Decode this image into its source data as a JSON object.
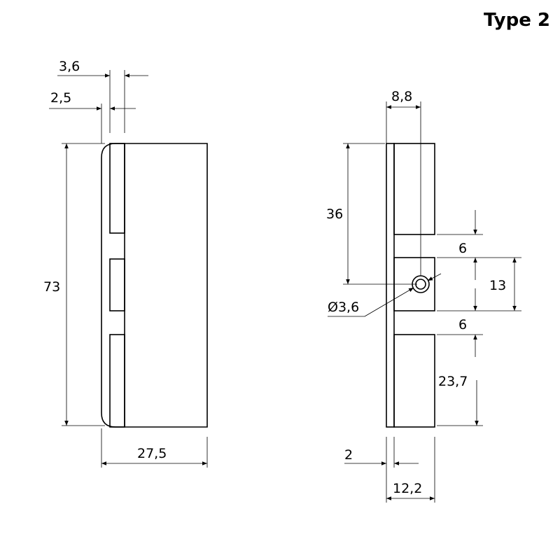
{
  "title": "Type 2",
  "colors": {
    "line": "#000000",
    "background": "#ffffff"
  },
  "left_view": {
    "dims": {
      "d_3_6": "3,6",
      "d_2_5": "2,5",
      "d_73": "73",
      "d_27_5": "27,5"
    }
  },
  "right_view": {
    "dims": {
      "d_8_8": "8,8",
      "d_36": "36",
      "d_6_top": "6",
      "d_13": "13",
      "d_hole": "Ø3,6",
      "d_6_bottom": "6",
      "d_23_7": "23,7",
      "d_2": "2",
      "d_12_2": "12,2"
    }
  }
}
